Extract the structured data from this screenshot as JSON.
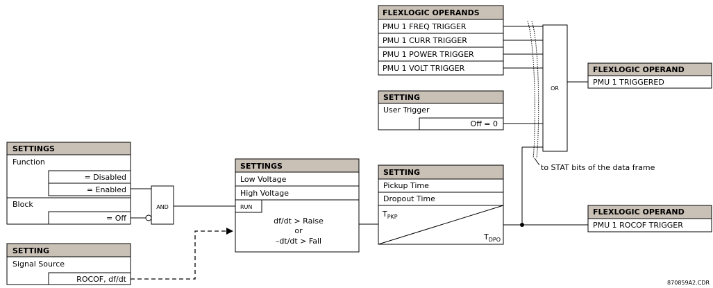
{
  "operands_table": {
    "header": "FLEXLOGIC OPERANDS",
    "rows": [
      "PMU 1 FREQ TRIGGER",
      "PMU 1 CURR TRIGGER",
      "PMU 1 POWER TRIGGER",
      "PMU 1 VOLT TRIGGER"
    ]
  },
  "user_trigger": {
    "header": "SETTING",
    "label": "User Trigger",
    "value": "Off = 0"
  },
  "or_gate": {
    "label": "OR"
  },
  "triggered_output": {
    "header": "FLEXLOGIC OPERAND",
    "value": "PMU 1 TRIGGERED"
  },
  "stat_note": "to STAT bits of the data frame",
  "function_block": {
    "header": "SETTINGS",
    "function_label": "Function",
    "disabled": "= Disabled",
    "enabled": "= Enabled",
    "block_label": "Block",
    "off": "= Off"
  },
  "and_gate": {
    "label": "AND"
  },
  "signal_source": {
    "header": "SETTING",
    "label": "Signal Source",
    "value": "ROCOF, df/dt"
  },
  "voltage_block": {
    "header": "SETTINGS",
    "low": "Low Voltage",
    "high": "High Voltage",
    "run": "RUN",
    "cond1": "df/dt > Raise",
    "cond2": "or",
    "cond3": "–dt/dt > Fall"
  },
  "timer_block": {
    "header": "SETTING",
    "pickup": "Pickup Time",
    "dropout": "Dropout Time",
    "tpkp_main": "T",
    "tpkp_sub": "PKP",
    "tdpo_main": "T",
    "tdpo_sub": "DPO"
  },
  "rocof_output": {
    "header": "FLEXLOGIC OPERAND",
    "value": "PMU 1 ROCOF TRIGGER"
  },
  "drawing_id": "870859A2.CDR"
}
